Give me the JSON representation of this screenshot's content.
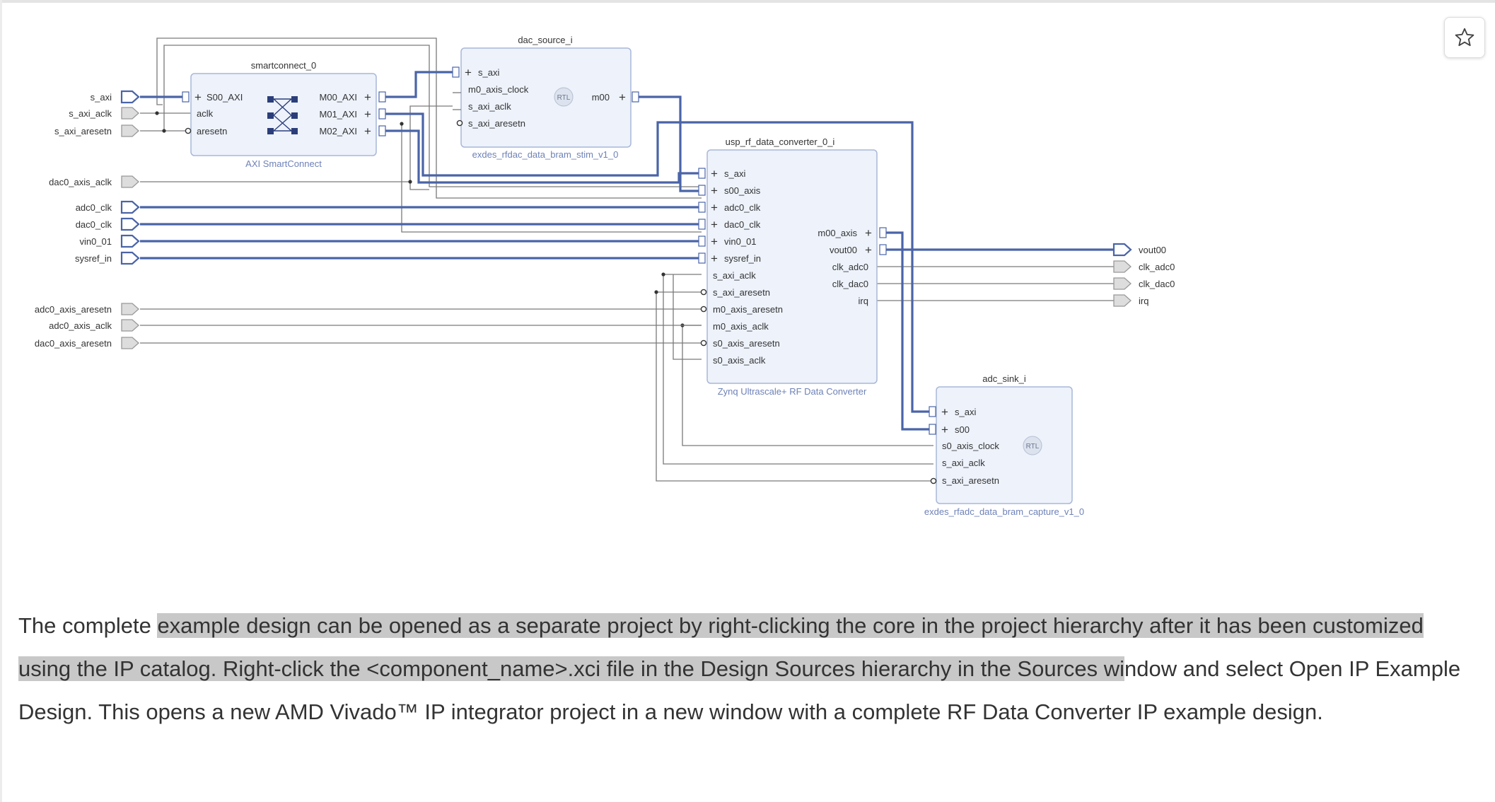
{
  "diagram": {
    "blocks": {
      "smartconnect": {
        "instance": "smartconnect_0",
        "type": "AXI SmartConnect",
        "left_pins": [
          "S00_AXI",
          "aclk",
          "aresetn"
        ],
        "right_pins": [
          "M00_AXI",
          "M01_AXI",
          "M02_AXI"
        ]
      },
      "dac_source": {
        "instance": "dac_source_i",
        "type": "exdes_rfdac_data_bram_stim_v1_0",
        "left_pins": [
          "s_axi",
          "m0_axis_clock",
          "s_axi_aclk",
          "s_axi_aresetn"
        ],
        "right_pins": [
          "m00"
        ],
        "badge": "RTL"
      },
      "rf_converter": {
        "instance": "usp_rf_data_converter_0_i",
        "type": "Zynq Ultrascale+ RF Data Converter",
        "left_pins": [
          "s_axi",
          "s00_axis",
          "adc0_clk",
          "dac0_clk",
          "vin0_01",
          "sysref_in",
          "s_axi_aclk",
          "s_axi_aresetn",
          "m0_axis_aresetn",
          "m0_axis_aclk",
          "s0_axis_aresetn",
          "s0_axis_aclk"
        ],
        "right_pins": [
          "m00_axis",
          "vout00",
          "clk_adc0",
          "clk_dac0",
          "irq"
        ]
      },
      "adc_sink": {
        "instance": "adc_sink_i",
        "type": "exdes_rfadc_data_bram_capture_v1_0",
        "left_pins": [
          "s_axi",
          "s00",
          "s0_axis_clock",
          "s_axi_aclk",
          "s_axi_aresetn"
        ],
        "badge": "RTL"
      }
    },
    "input_ports": [
      "s_axi",
      "s_axi_aclk",
      "s_axi_aresetn",
      "dac0_axis_aclk",
      "adc0_clk",
      "dac0_clk",
      "vin0_01",
      "sysref_in",
      "adc0_axis_aresetn",
      "adc0_axis_aclk",
      "dac0_axis_aresetn"
    ],
    "output_ports": [
      "vout00",
      "clk_adc0",
      "clk_dac0",
      "irq"
    ],
    "colors": {
      "block_fill": "#edf2fb",
      "block_border": "#a9b8d8",
      "bus": "#4a64a8",
      "wire": "#7a7a7a",
      "type_label": "#6e82b8",
      "port_fill": "#dddddd"
    }
  },
  "star_button": {
    "icon": "star-outline-icon"
  },
  "description": {
    "part1": "The complete ",
    "highlighted": "example design can be opened as a separate project by right-clicking the core in the project hierarchy after it has been customized using the IP catalog. Right-click the <component_name>.xci file in the Design Sources hierarchy in the Sources wi",
    "part2": "ndow and select Open IP Example Design. This opens a new AMD Vivado™ IP integrator project in a new window with a complete RF Data Converter IP example design."
  }
}
